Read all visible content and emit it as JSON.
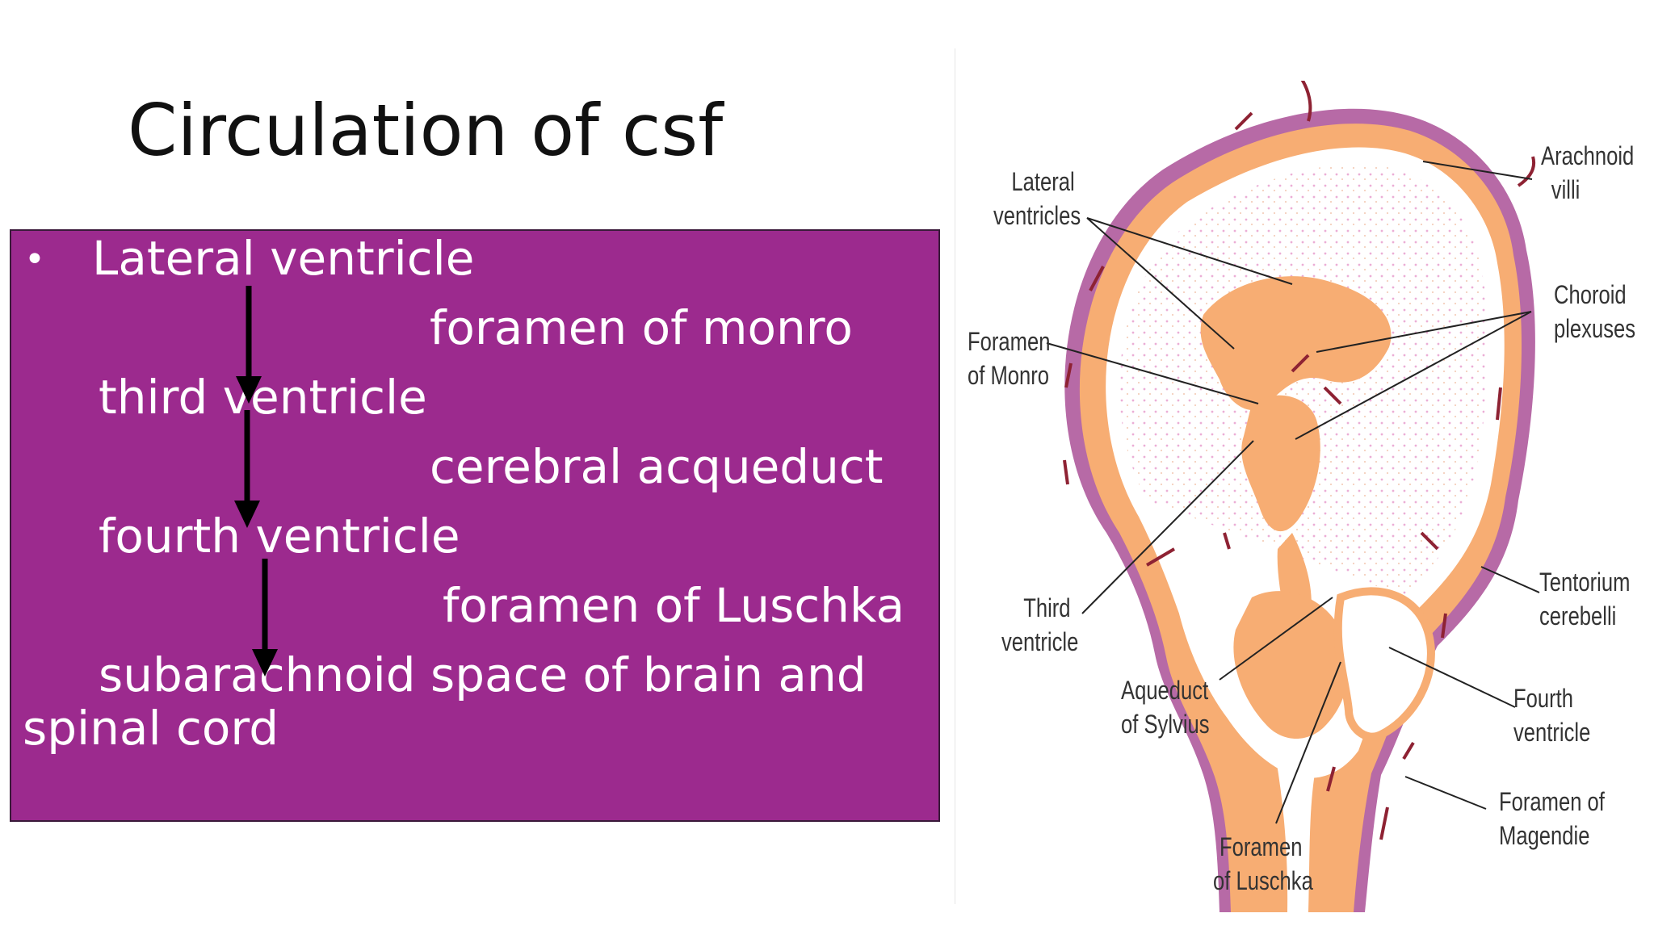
{
  "slide": {
    "title": "Circulation of csf"
  },
  "flow": {
    "bullet": "•",
    "steps": [
      "Lateral ventricle",
      "foramen of monro",
      "third ventricle",
      "cerebral acqueduct",
      "fourth ventricle",
      "foramen of Luschka",
      "subarachnoid space of brain and",
      "spinal cord"
    ]
  },
  "diagram": {
    "labels": {
      "lateral_ventricles": [
        "Lateral",
        "ventricles"
      ],
      "foramen_monro": [
        "Foramen",
        "of Monro"
      ],
      "third_ventricle": [
        "Third",
        "ventricle"
      ],
      "aqueduct_sylvius": [
        "Aqueduct",
        "of Sylvius"
      ],
      "foramen_luschka": [
        "Foramen",
        "of Luschka"
      ],
      "arachnoid_villi": [
        "Arachnoid",
        "villi"
      ],
      "choroid_plexuses": [
        "Choroid",
        "plexuses"
      ],
      "tentorium_cerebelli": [
        "Tentorium",
        "cerebelli"
      ],
      "fourth_ventricle": [
        "Fourth",
        "ventricle"
      ],
      "foramen_magendie": [
        "Foramen of",
        "Magendie"
      ]
    },
    "colors": {
      "csf_orange": "#f7ad73",
      "meninges_purple": "#b76aa6",
      "dots_pink": "#e7a0cf",
      "arrow_red": "#8e2233",
      "leader_line": "#222222"
    }
  },
  "colors": {
    "box_fill": "#9c2a8e",
    "text_white": "#ffffff",
    "arrow_black": "#000000"
  }
}
